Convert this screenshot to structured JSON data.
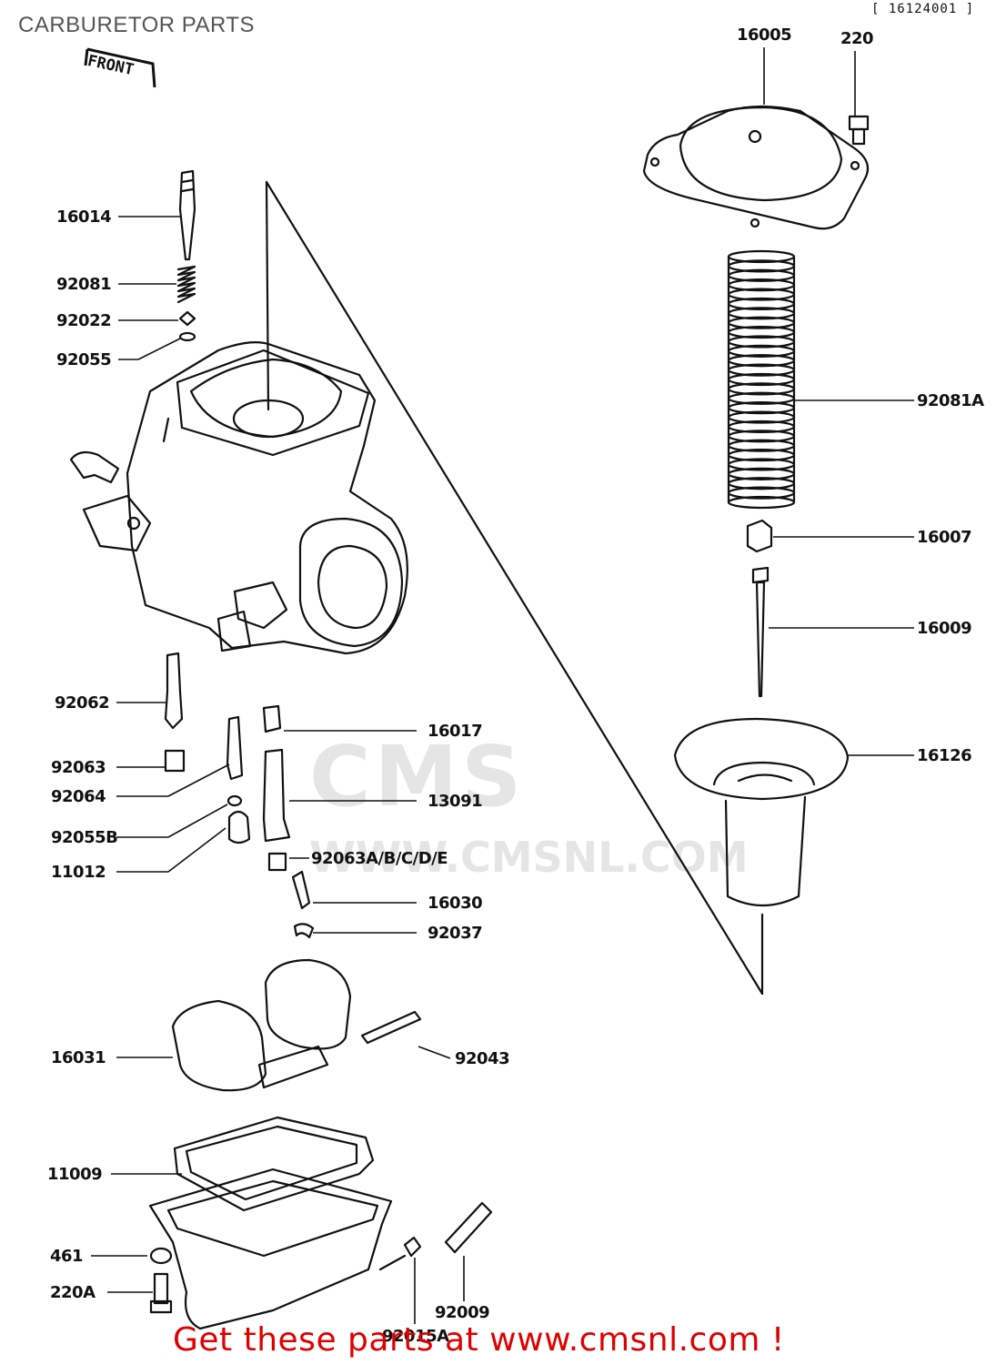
{
  "title": "CARBURETOR PARTS",
  "drawing_ref": "[ 16124001 ]",
  "front_tag": "FRONT",
  "watermark": {
    "logo": "CMS",
    "url": "WWW.CMSNL.COM"
  },
  "promo": "Get these parts at www.cmsnl.com !",
  "colors": {
    "line": "#111111",
    "promo": "#e00000",
    "title": "#555555",
    "watermark": "#a0a0a0"
  },
  "callouts": [
    {
      "id": "16005",
      "label": "16005"
    },
    {
      "id": "220",
      "label": "220"
    },
    {
      "id": "16014",
      "label": "16014"
    },
    {
      "id": "92081",
      "label": "92081"
    },
    {
      "id": "92022",
      "label": "92022"
    },
    {
      "id": "92055",
      "label": "92055"
    },
    {
      "id": "92081A",
      "label": "92081A"
    },
    {
      "id": "16007",
      "label": "16007"
    },
    {
      "id": "16009",
      "label": "16009"
    },
    {
      "id": "92062",
      "label": "92062"
    },
    {
      "id": "16017",
      "label": "16017"
    },
    {
      "id": "16126",
      "label": "16126"
    },
    {
      "id": "92063",
      "label": "92063"
    },
    {
      "id": "92064",
      "label": "92064"
    },
    {
      "id": "13091",
      "label": "13091"
    },
    {
      "id": "92055B",
      "label": "92055B"
    },
    {
      "id": "11012",
      "label": "11012"
    },
    {
      "id": "92063A",
      "label": "92063A/B/C/D/E"
    },
    {
      "id": "16030",
      "label": "16030"
    },
    {
      "id": "92037",
      "label": "92037"
    },
    {
      "id": "16031",
      "label": "16031"
    },
    {
      "id": "92043",
      "label": "92043"
    },
    {
      "id": "11009",
      "label": "11009"
    },
    {
      "id": "461",
      "label": "461"
    },
    {
      "id": "220A",
      "label": "220A"
    },
    {
      "id": "92009",
      "label": "92009"
    },
    {
      "id": "92015A",
      "label": "92015A"
    }
  ]
}
